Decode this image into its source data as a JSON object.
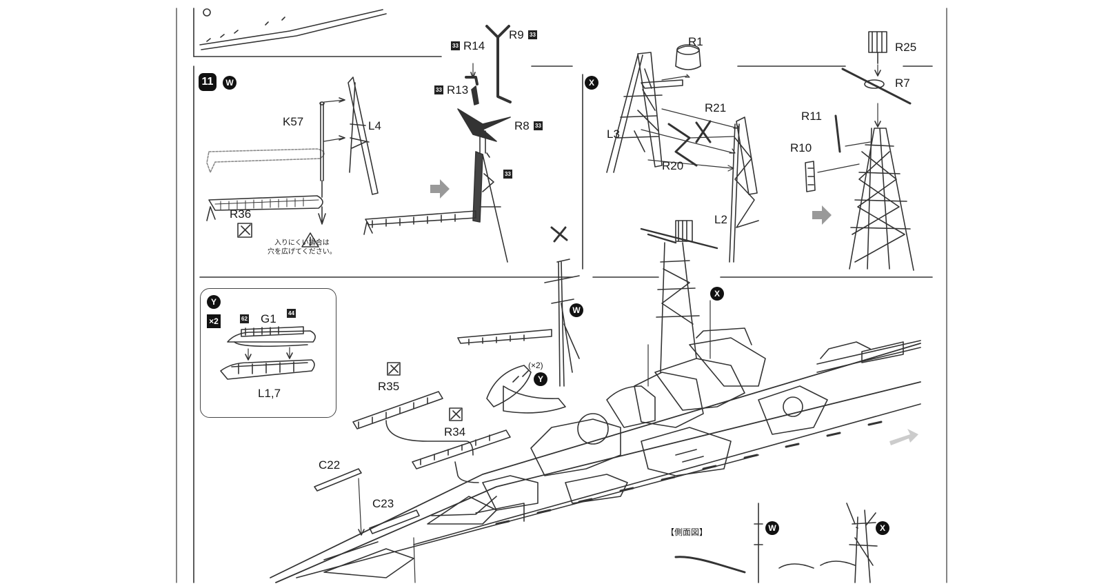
{
  "step": {
    "number": "11"
  },
  "markers": {
    "w": "W",
    "x": "X",
    "y": "Y",
    "qty": "×2",
    "qty_paren": "(×2)"
  },
  "part_labels": {
    "k57": "K57",
    "l4": "L4",
    "r36": "R36",
    "r14": "R14",
    "r9": "R9",
    "r13": "R13",
    "r8": "R8",
    "r1": "R1",
    "r21": "R21",
    "l3": "L3",
    "r20": "R20",
    "l2": "L2",
    "r25": "R25",
    "r7": "R7",
    "r11": "R11",
    "r10": "R10",
    "g1": "G1",
    "l17": "L1,7",
    "r35": "R35",
    "r34": "R34",
    "c22": "C22",
    "c23": "C23"
  },
  "color_codes": {
    "c33": "33",
    "c62": "62",
    "c44": "44"
  },
  "notes": {
    "hole_warning": [
      "入りにくい場合は",
      "穴を広げてください。"
    ],
    "side_view": "【側面図】"
  }
}
